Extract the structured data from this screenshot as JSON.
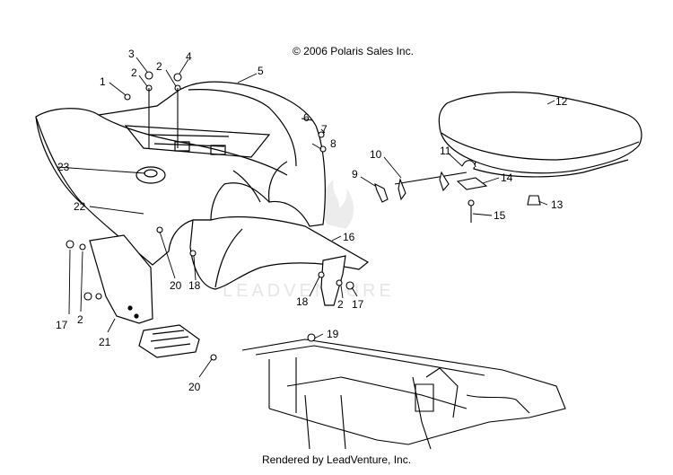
{
  "copyright": "© 2006 Polaris Sales Inc.",
  "footer": "Rendered by LeadVenture, Inc.",
  "watermark": "LEADVENTURE",
  "callouts": [
    "1",
    "2",
    "3",
    "2",
    "4",
    "5",
    "6",
    "7",
    "8",
    "9",
    "10",
    "11",
    "12",
    "13",
    "14",
    "15",
    "16",
    "17",
    "2",
    "18",
    "20",
    "21",
    "22",
    "23",
    "18",
    "2",
    "17",
    "19",
    "20"
  ]
}
